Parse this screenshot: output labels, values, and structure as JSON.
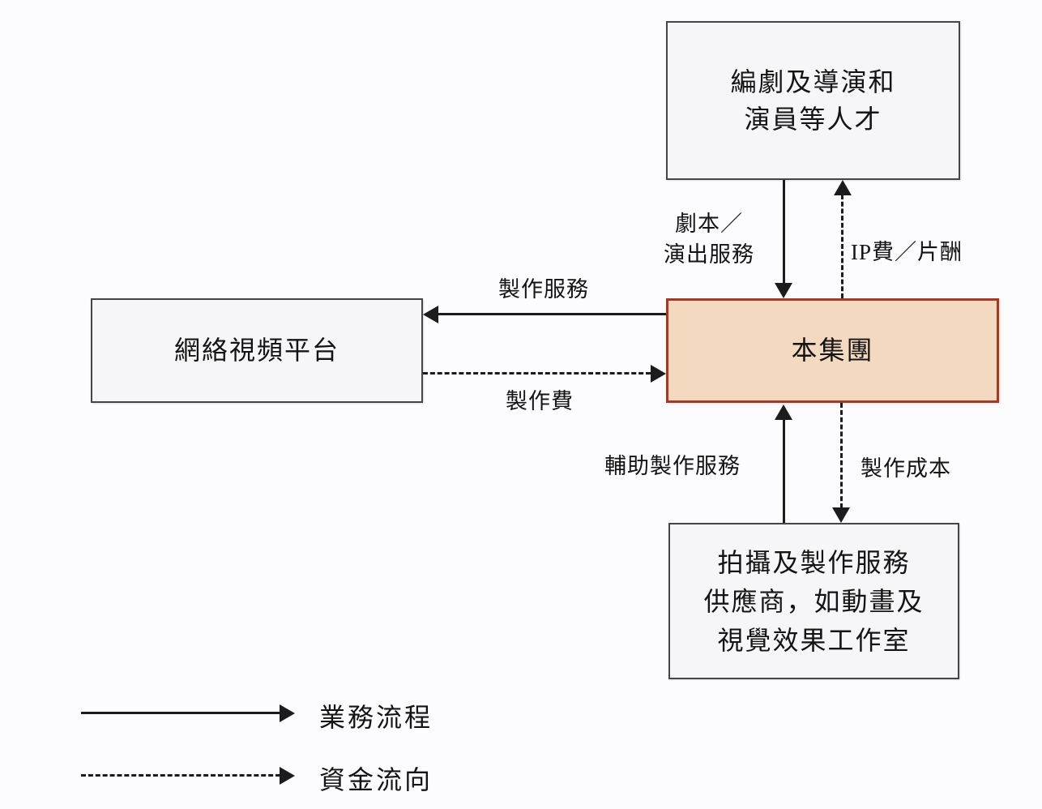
{
  "colors": {
    "background": "#fcfbfd",
    "node_fill": "#f6f6f8",
    "node_border": "#454545",
    "group_fill": "#f3d9c0",
    "group_border": "#a03b28",
    "line": "#1c1c1c",
    "text": "#141414"
  },
  "nodes": {
    "talent": {
      "lines": [
        "編劇及導演和",
        "演員等人才"
      ]
    },
    "platform": {
      "label": "網絡視頻平台"
    },
    "group": {
      "label": "本集團"
    },
    "suppliers": {
      "lines": [
        "拍攝及製作服務",
        "供應商，如動畫及",
        "視覺效果工作室"
      ]
    }
  },
  "edges": {
    "script_service": {
      "lines": [
        "劇本／",
        "演出服務"
      ],
      "type": "solid",
      "from": "talent",
      "to": "group"
    },
    "ip_fee": {
      "label": "IP費／片酬",
      "type": "dashed",
      "from": "group",
      "to": "talent"
    },
    "production_service": {
      "label": "製作服務",
      "type": "solid",
      "from": "group",
      "to": "platform"
    },
    "production_fee": {
      "label": "製作費",
      "type": "dashed",
      "from": "platform",
      "to": "group"
    },
    "auxiliary_service": {
      "label": "輔助製作服務",
      "type": "solid",
      "from": "suppliers",
      "to": "group"
    },
    "production_cost": {
      "label": "製作成本",
      "type": "dashed",
      "from": "group",
      "to": "suppliers"
    }
  },
  "legend": {
    "solid_label": "業務流程",
    "dashed_label": "資金流向"
  }
}
